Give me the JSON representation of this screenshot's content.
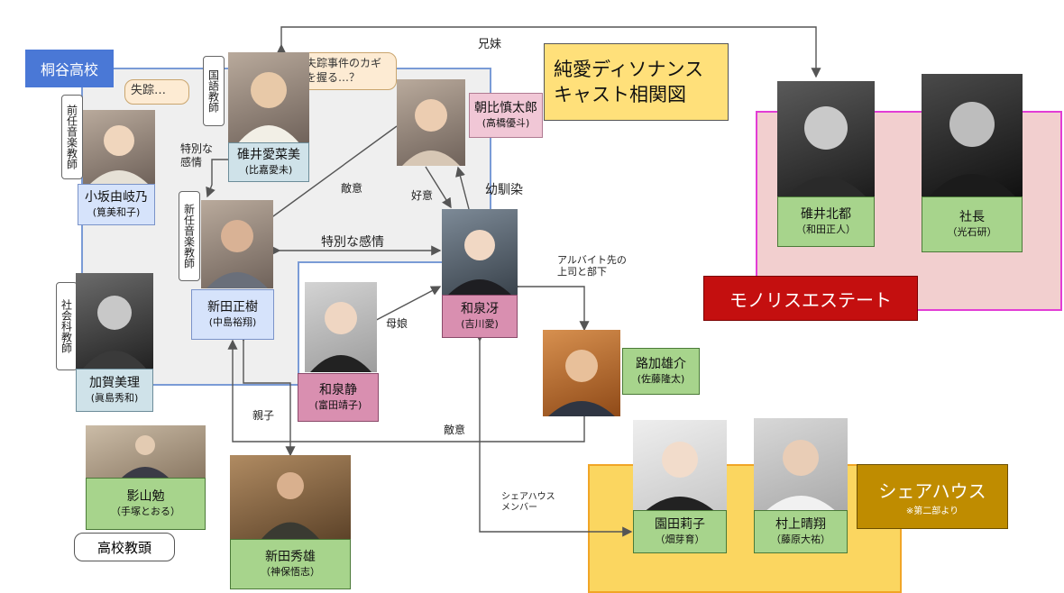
{
  "title": {
    "line1": "純愛ディソナンス",
    "line2": "キャスト相関図"
  },
  "groups": {
    "school": "桐谷高校",
    "monolith": "モノリスエステート",
    "sharehouse": "シェアハウス",
    "sharehouse_note": "※第二部より",
    "vice_principal": "高校教頭"
  },
  "roles": {
    "kokugo": "国語教師",
    "former_music": "前任音楽教師",
    "new_music": "新任音楽教師",
    "social": "社会科教師"
  },
  "callouts": {
    "shissou": "失踪…",
    "kagi_1": "失踪事件のカギ",
    "kagi_2": "を握る…？"
  },
  "characters": {
    "uwai_anami": {
      "name": "碓井愛菜美",
      "actor": "(比嘉愛未)"
    },
    "kosaka": {
      "name": "小坂由岐乃",
      "actor": "(筧美和子)"
    },
    "shinta_masaki": {
      "name": "新田正樹",
      "actor": "(中島裕翔)"
    },
    "kaga": {
      "name": "加賀美理",
      "actor": "(眞島秀和)"
    },
    "asahina": {
      "name": "朝比慎太郎",
      "actor": "(高橋優斗)"
    },
    "izumi_sae": {
      "name": "和泉冴",
      "actor": "(吉川愛)"
    },
    "izumi_shizuka": {
      "name": "和泉静",
      "actor": "(富田靖子)"
    },
    "roka": {
      "name": "路加雄介",
      "actor": "(佐藤隆太)"
    },
    "uwai_hokuto": {
      "name": "碓井北都",
      "actor": "（和田正人）"
    },
    "shacho": {
      "name": "社長",
      "actor": "（光石研）"
    },
    "kageyama": {
      "name": "影山勉",
      "actor": "（手塚とおる）"
    },
    "shinta_hideo": {
      "name": "新田秀雄",
      "actor": "（神保悟志）"
    },
    "sonoda": {
      "name": "園田莉子",
      "actor": "（畑芽育）"
    },
    "murakami": {
      "name": "村上晴翔",
      "actor": "（藤原大祐）"
    }
  },
  "relations": {
    "kyodai": "兄妹",
    "tokubetsu_1": "特別な",
    "tokubetsu_2": "感情",
    "tekii_1": "敵意",
    "koui": "好意",
    "osananajimi": "幼馴染",
    "tokubetsu_kanjo": "特別な感情",
    "baito_1": "アルバイト先の",
    "baito_2": "上司と部下",
    "boshi": "母娘",
    "oyako": "親子",
    "tekii_2": "敵意",
    "share_1": "シェアハウス",
    "share_2": "メンバー"
  }
}
